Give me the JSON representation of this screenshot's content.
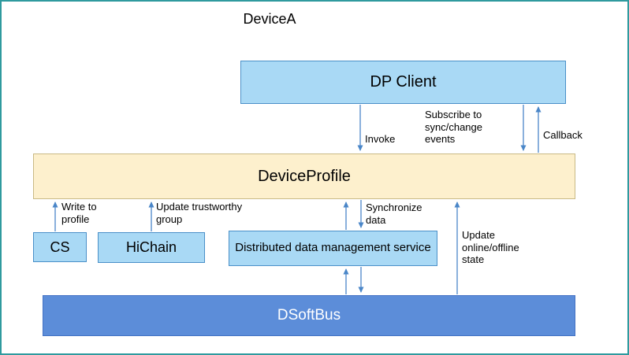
{
  "title": "DeviceA",
  "boxes": {
    "dp_client": {
      "label": "DP Client"
    },
    "device_profile": {
      "label": "DeviceProfile"
    },
    "cs": {
      "label": "CS"
    },
    "hichain": {
      "label": "HiChain"
    },
    "ddms": {
      "label": "Distributed data management service"
    },
    "dsoftbus": {
      "label": "DSoftBus"
    }
  },
  "arrow_labels": {
    "invoke": "Invoke",
    "subscribe": "Subscribe to sync/change events",
    "callback": "Callback",
    "write_to_profile": "Write to profile",
    "update_trustworthy_group": "Update trustworthy group",
    "synchronize_data": "Synchronize data",
    "update_online_offline_state": "Update online/offline state"
  },
  "colors": {
    "box_blue": "#a9d9f5",
    "box_blue_border": "#4a90c8",
    "profile_yellow": "#fdf0cd",
    "profile_border": "#c9ba85",
    "dsoftbus_blue": "#5c8dd9",
    "arrow": "#4a86c8",
    "frame": "#2f9a9e"
  }
}
